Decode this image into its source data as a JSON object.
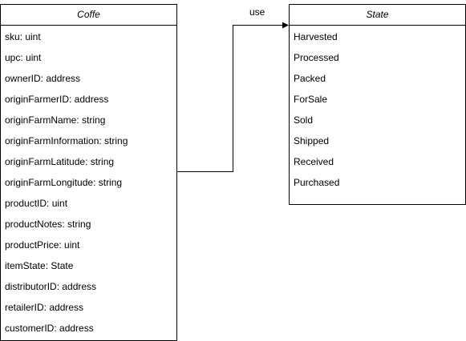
{
  "classes": {
    "coffe": {
      "name": "Coffe",
      "attributes": [
        "sku: uint",
        "upc: uint",
        "ownerID: address",
        "originFarmerID: address",
        "originFarmName: string",
        "originFarmInformation: string",
        "originFarmLatitude: string",
        "originFarmLongitude: string",
        "productID: uint",
        "productNotes: string",
        "productPrice: uint",
        "itemState: State",
        "distributorID: address",
        "retailerID: address",
        "customerID: address"
      ]
    },
    "state": {
      "name": "State",
      "attributes": [
        "Harvested",
        "Processed",
        "Packed",
        "ForSale",
        "Sold",
        "Shipped",
        "Received",
        "Purchased"
      ]
    }
  },
  "association": {
    "label": "use"
  }
}
